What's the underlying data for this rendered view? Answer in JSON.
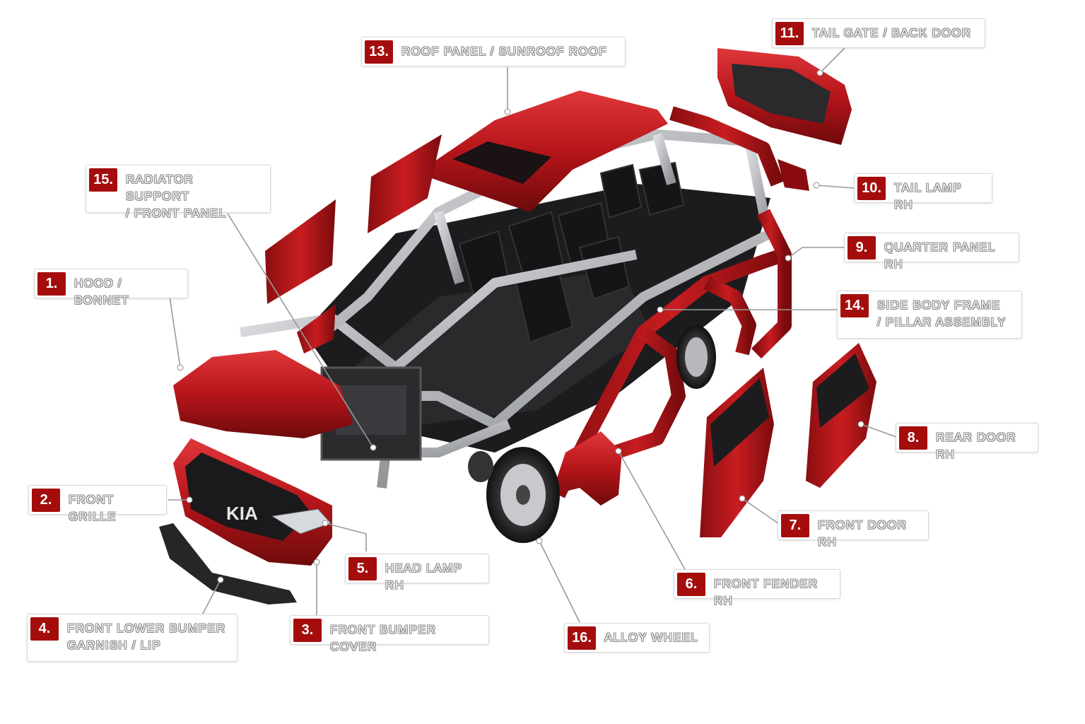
{
  "colors": {
    "body_red": "#b5151a",
    "body_red_dark": "#6e0a0c",
    "badge_red": "#a50d0d",
    "frame_grey": "#b9bcc0",
    "interior_black": "#1c1c1e",
    "leader_line": "#9a9a9a"
  },
  "logo_text": "KIA",
  "callouts": [
    {
      "number": "1.",
      "label": "HOOD / BONNET"
    },
    {
      "number": "2.",
      "label": "FRONT GRILLE"
    },
    {
      "number": "3.",
      "label": "FRONT BUMPER COVER"
    },
    {
      "number": "4.",
      "label": "FRONT LOWER BUMPER\nGARNISH / LIP"
    },
    {
      "number": "5.",
      "label": "HEAD LAMP RH"
    },
    {
      "number": "6.",
      "label": "FRONT FENDER RH"
    },
    {
      "number": "7.",
      "label": "FRONT DOOR RH"
    },
    {
      "number": "8.",
      "label": "REAR DOOR RH"
    },
    {
      "number": "9.",
      "label": "QUARTER PANEL RH"
    },
    {
      "number": "10.",
      "label": "TAIL LAMP RH"
    },
    {
      "number": "11.",
      "label": "TAIL GATE / BACK DOOR"
    },
    {
      "number": "13.",
      "label": "ROOF PANEL / SUNROOF ROOF"
    },
    {
      "number": "14.",
      "label": "SIDE BODY FRAME\n/ PILLAR ASSEMBLY"
    },
    {
      "number": "15.",
      "label": "RADIATOR SUPPORT\n/ FRONT PANEL"
    },
    {
      "number": "16.",
      "label": "ALLOY WHEEL"
    }
  ]
}
